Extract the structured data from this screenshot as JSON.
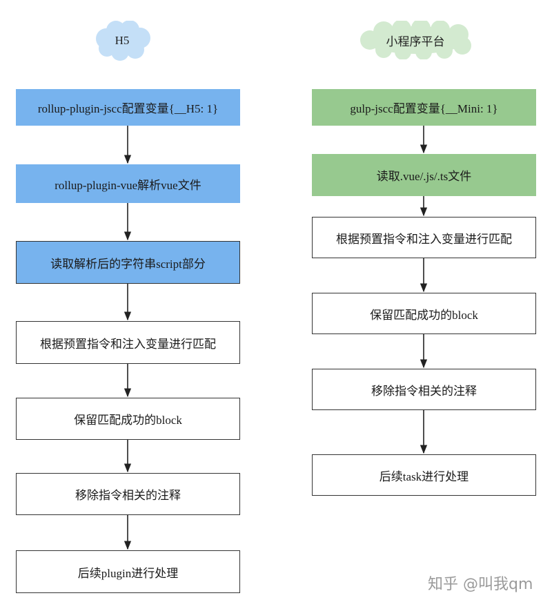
{
  "left": {
    "header": "H5",
    "cloud_color": "#c4dff7",
    "steps": [
      "rollup-plugin-jscc配置变量{__H5: 1}",
      "rollup-plugin-vue解析vue文件",
      "读取解析后的字符串script部分",
      "根据预置指令和注入变量进行匹配",
      "保留匹配成功的block",
      "移除指令相关的注释",
      "后续plugin进行处理"
    ]
  },
  "right": {
    "header": "小程序平台",
    "cloud_color": "#d3ead0",
    "steps": [
      "gulp-jscc配置变量{__Mini: 1}",
      "读取.vue/.js/.ts文件",
      "根据预置指令和注入变量进行匹配",
      "保留匹配成功的block",
      "移除指令相关的注释",
      "后续task进行处理"
    ]
  },
  "watermark": "知乎 @叫我qm",
  "colors": {
    "blue_fill": "#77b3ee",
    "green_fill": "#97c98f",
    "border": "#333333"
  }
}
